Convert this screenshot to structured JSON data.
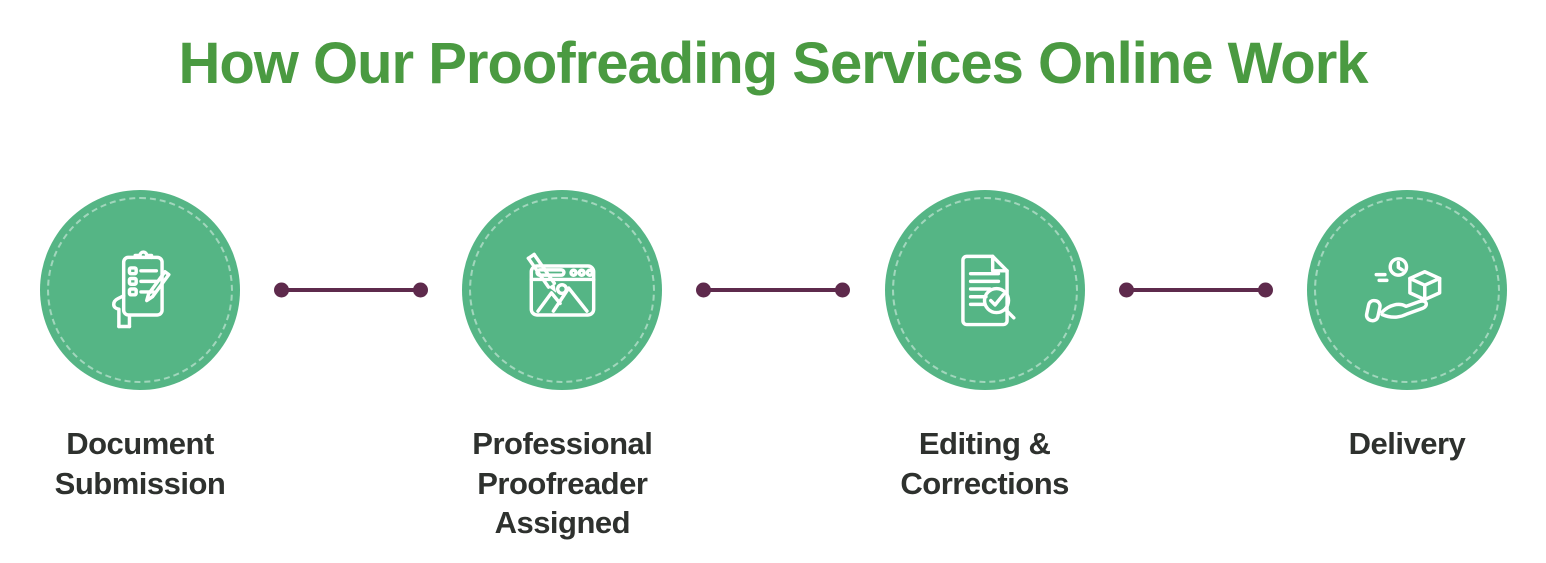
{
  "title": "How Our Proofreading Services Online Work",
  "colors": {
    "title_green": "#4a9a41",
    "circle_green": "#55b585",
    "connector_plum": "#5e2a4c",
    "label_dark": "#2e312e",
    "icon_white": "#ffffff"
  },
  "steps": [
    {
      "label": "Document Submission",
      "icon": "clipboard-hand-icon"
    },
    {
      "label": "Professional Proofreader Assigned",
      "icon": "browser-design-icon"
    },
    {
      "label": "Editing & Corrections",
      "icon": "document-magnifier-check-icon"
    },
    {
      "label": "Delivery",
      "icon": "hand-package-delivery-icon"
    }
  ],
  "connector_count": 3
}
